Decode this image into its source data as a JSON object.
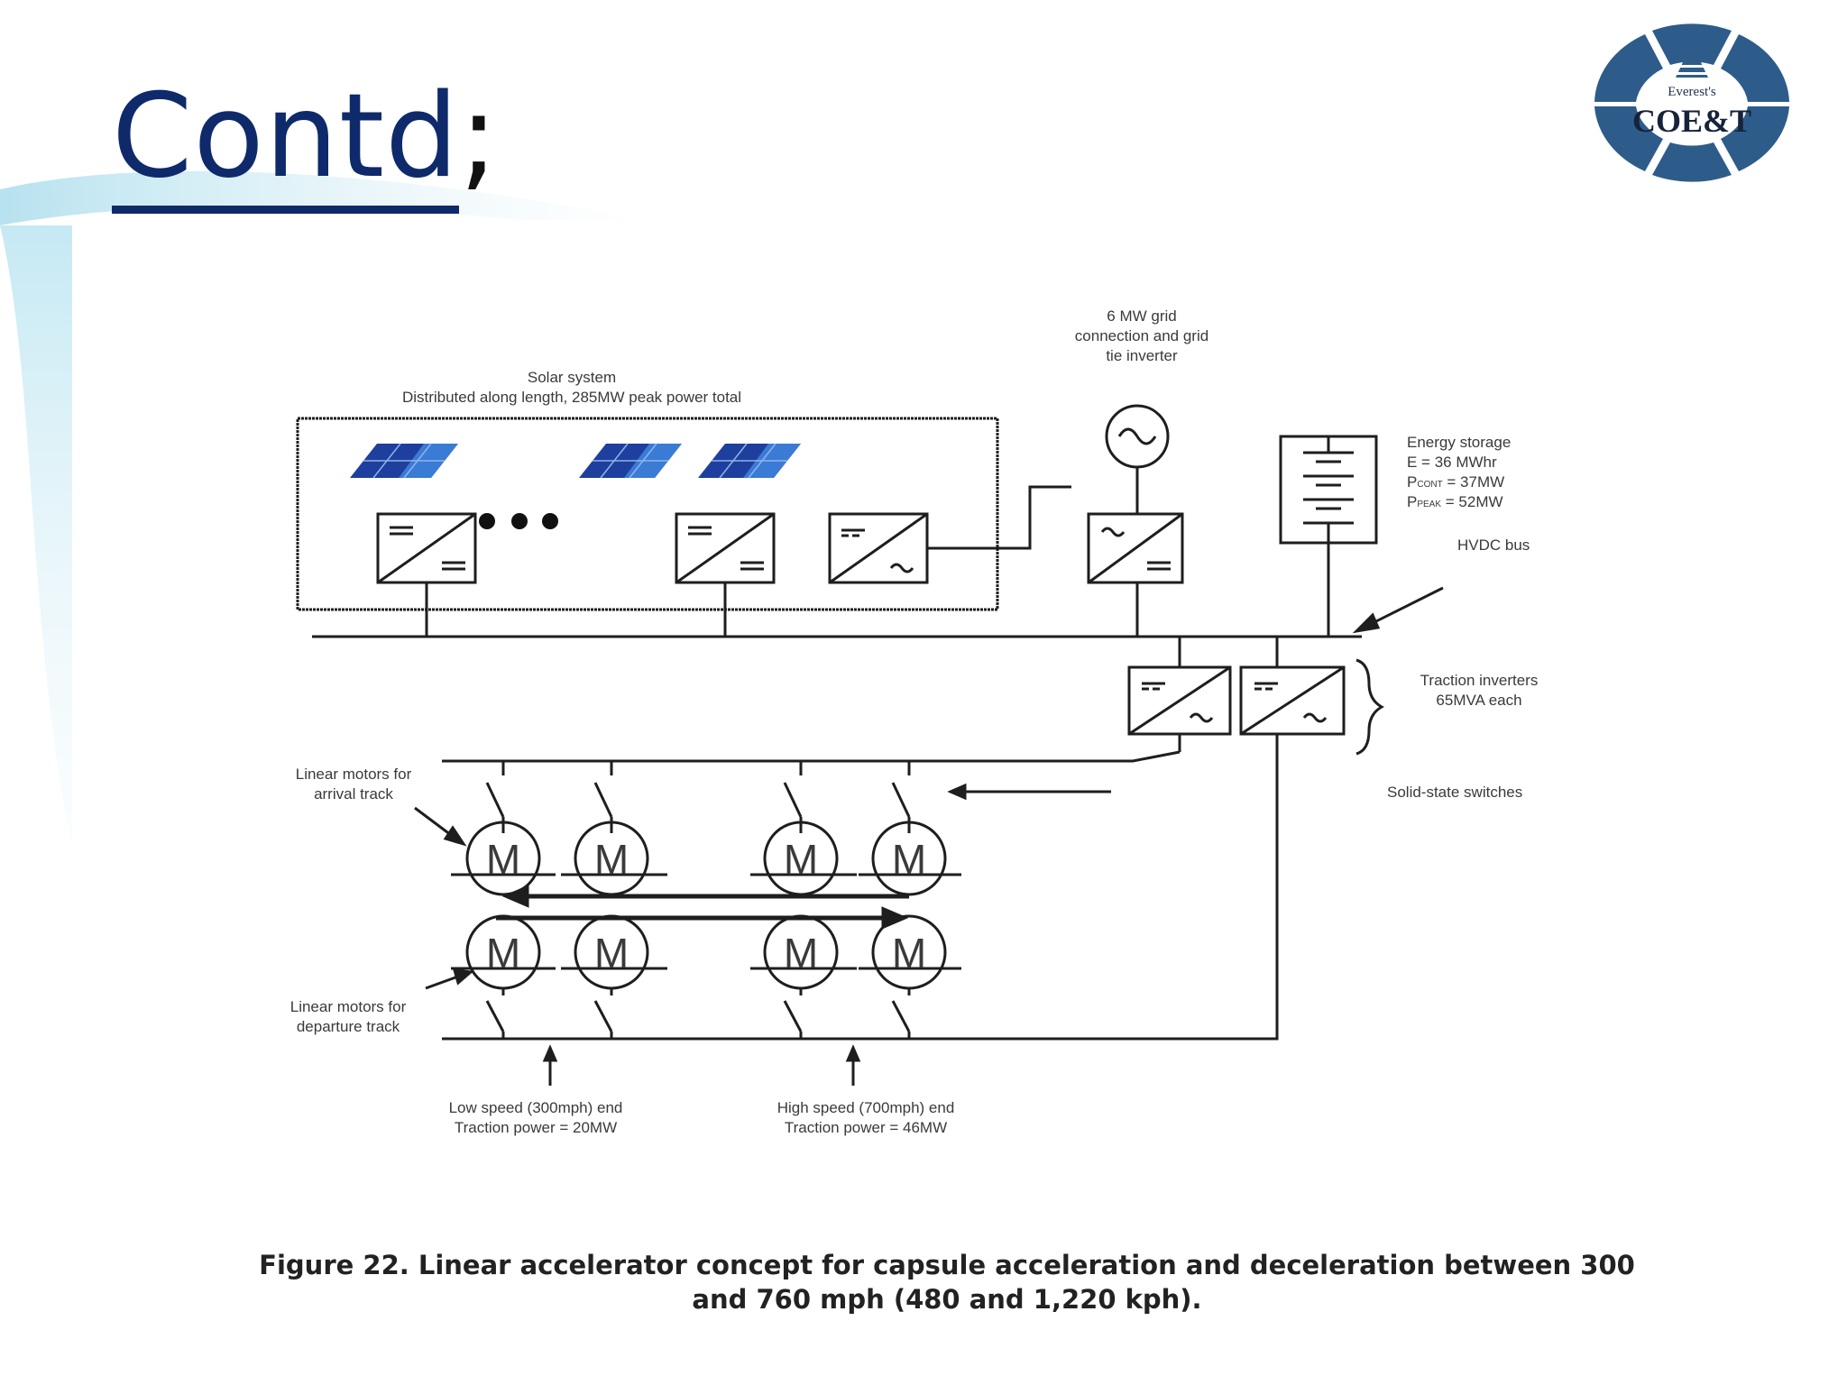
{
  "slide": {
    "title": "Contd",
    "title_suffix": ";"
  },
  "logo": {
    "small_text": "Everest's",
    "main_text": "COE&T",
    "color": "#2e5c8a"
  },
  "diagram": {
    "solar_label_1": "Solar system",
    "solar_label_2": "Distributed along length, 285MW peak power total",
    "grid_label_1": "6 MW grid",
    "grid_label_2": "connection and grid",
    "grid_label_3": "tie inverter",
    "storage_label_1": "Energy storage",
    "storage_label_2": "E = 36 MWhr",
    "storage_label_3": "P",
    "storage_label_3_sub": "CONT",
    "storage_label_3_val": " = 37MW",
    "storage_label_4": "P",
    "storage_label_4_sub": "PEAK",
    "storage_label_4_val": " = 52MW",
    "hvdc_label": "HVDC bus",
    "traction_label_1": "Traction inverters",
    "traction_label_2": "65MVA each",
    "switches_label": "Solid-state switches",
    "arrival_label_1": "Linear motors for",
    "arrival_label_2": "arrival track",
    "departure_label_1": "Linear motors for",
    "departure_label_2": "departure track",
    "low_label_1": "Low speed (300mph) end",
    "low_label_2": "Traction power = 20MW",
    "high_label_1": "High speed (700mph) end",
    "high_label_2": "Traction power = 46MW",
    "motor_letter": "M",
    "line_color": "#1e1e1e",
    "panel_color": "#1f3f9e",
    "panel_highlight": "#3a7bd5"
  },
  "caption": {
    "line1": "Figure 22. Linear accelerator concept for capsule acceleration and deceleration between 300",
    "line2": "and 760 mph (480 and 1,220 kph)."
  }
}
